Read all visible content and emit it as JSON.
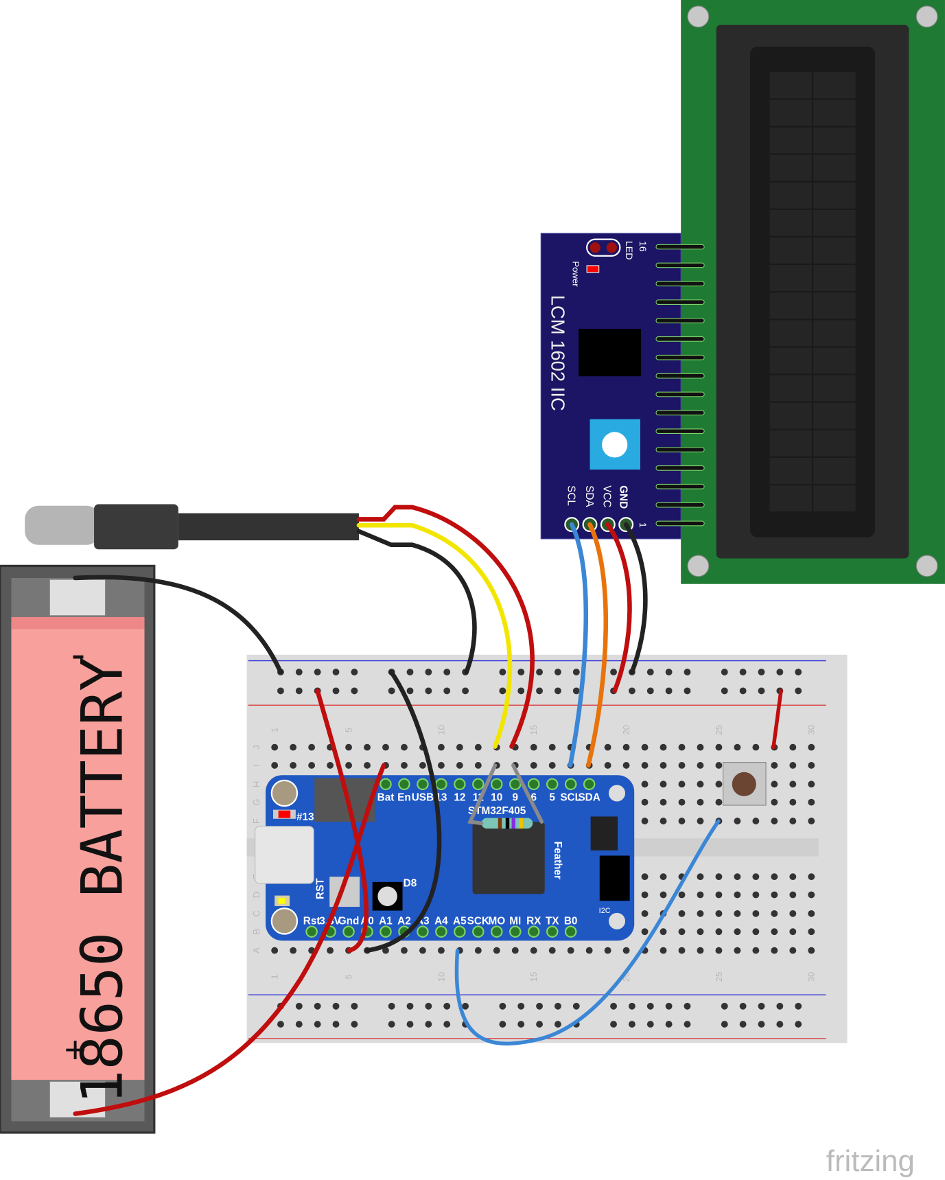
{
  "battery": {
    "label": "18650 BATTERY",
    "minus": "-",
    "plus": "+",
    "cell_color": "#f7a09c"
  },
  "lcd_module": {
    "title": "LCM 1602 IIC",
    "power_label": "Power",
    "led_label": "LED",
    "pin_16": "16",
    "pin_1": "1",
    "pins": [
      "GND",
      "VCC",
      "SDA",
      "SCL"
    ],
    "board_color": "#1c1464"
  },
  "lcd": {
    "board_color": "#1f7a34"
  },
  "feather": {
    "chip_label": "STM32F405",
    "brand_label": "Feather",
    "led_label": "#13",
    "rst_button_label": "RST",
    "neopixel_label": "D8",
    "i2c_label": "I2C",
    "top_pins": [
      "Bat",
      "En",
      "USB",
      "13",
      "12",
      "11",
      "10",
      "9",
      "6",
      "5",
      "SCL",
      "SDA"
    ],
    "bottom_pins": [
      "Rst",
      "3.3V",
      "Gnd",
      "A0",
      "A1",
      "A2",
      "A3",
      "A4",
      "A5",
      "SCK",
      "MO",
      "MI",
      "RX",
      "TX",
      "B0"
    ],
    "board_color": "#1f57c3"
  },
  "breadboard": {
    "column_numbers": [
      "1",
      "5",
      "10",
      "15",
      "20",
      "25",
      "30"
    ],
    "row_letters_top": [
      "J",
      "I",
      "H",
      "G",
      "F"
    ],
    "row_letters_bottom": [
      "E",
      "D",
      "C",
      "B",
      "A"
    ]
  },
  "wire_colors": {
    "red": "#c00d0d",
    "black": "#222222",
    "yellow": "#f2e600",
    "blue": "#3b87d6",
    "orange": "#e8730c",
    "gray": "#8a8a8a"
  },
  "watermark": "fritzing"
}
